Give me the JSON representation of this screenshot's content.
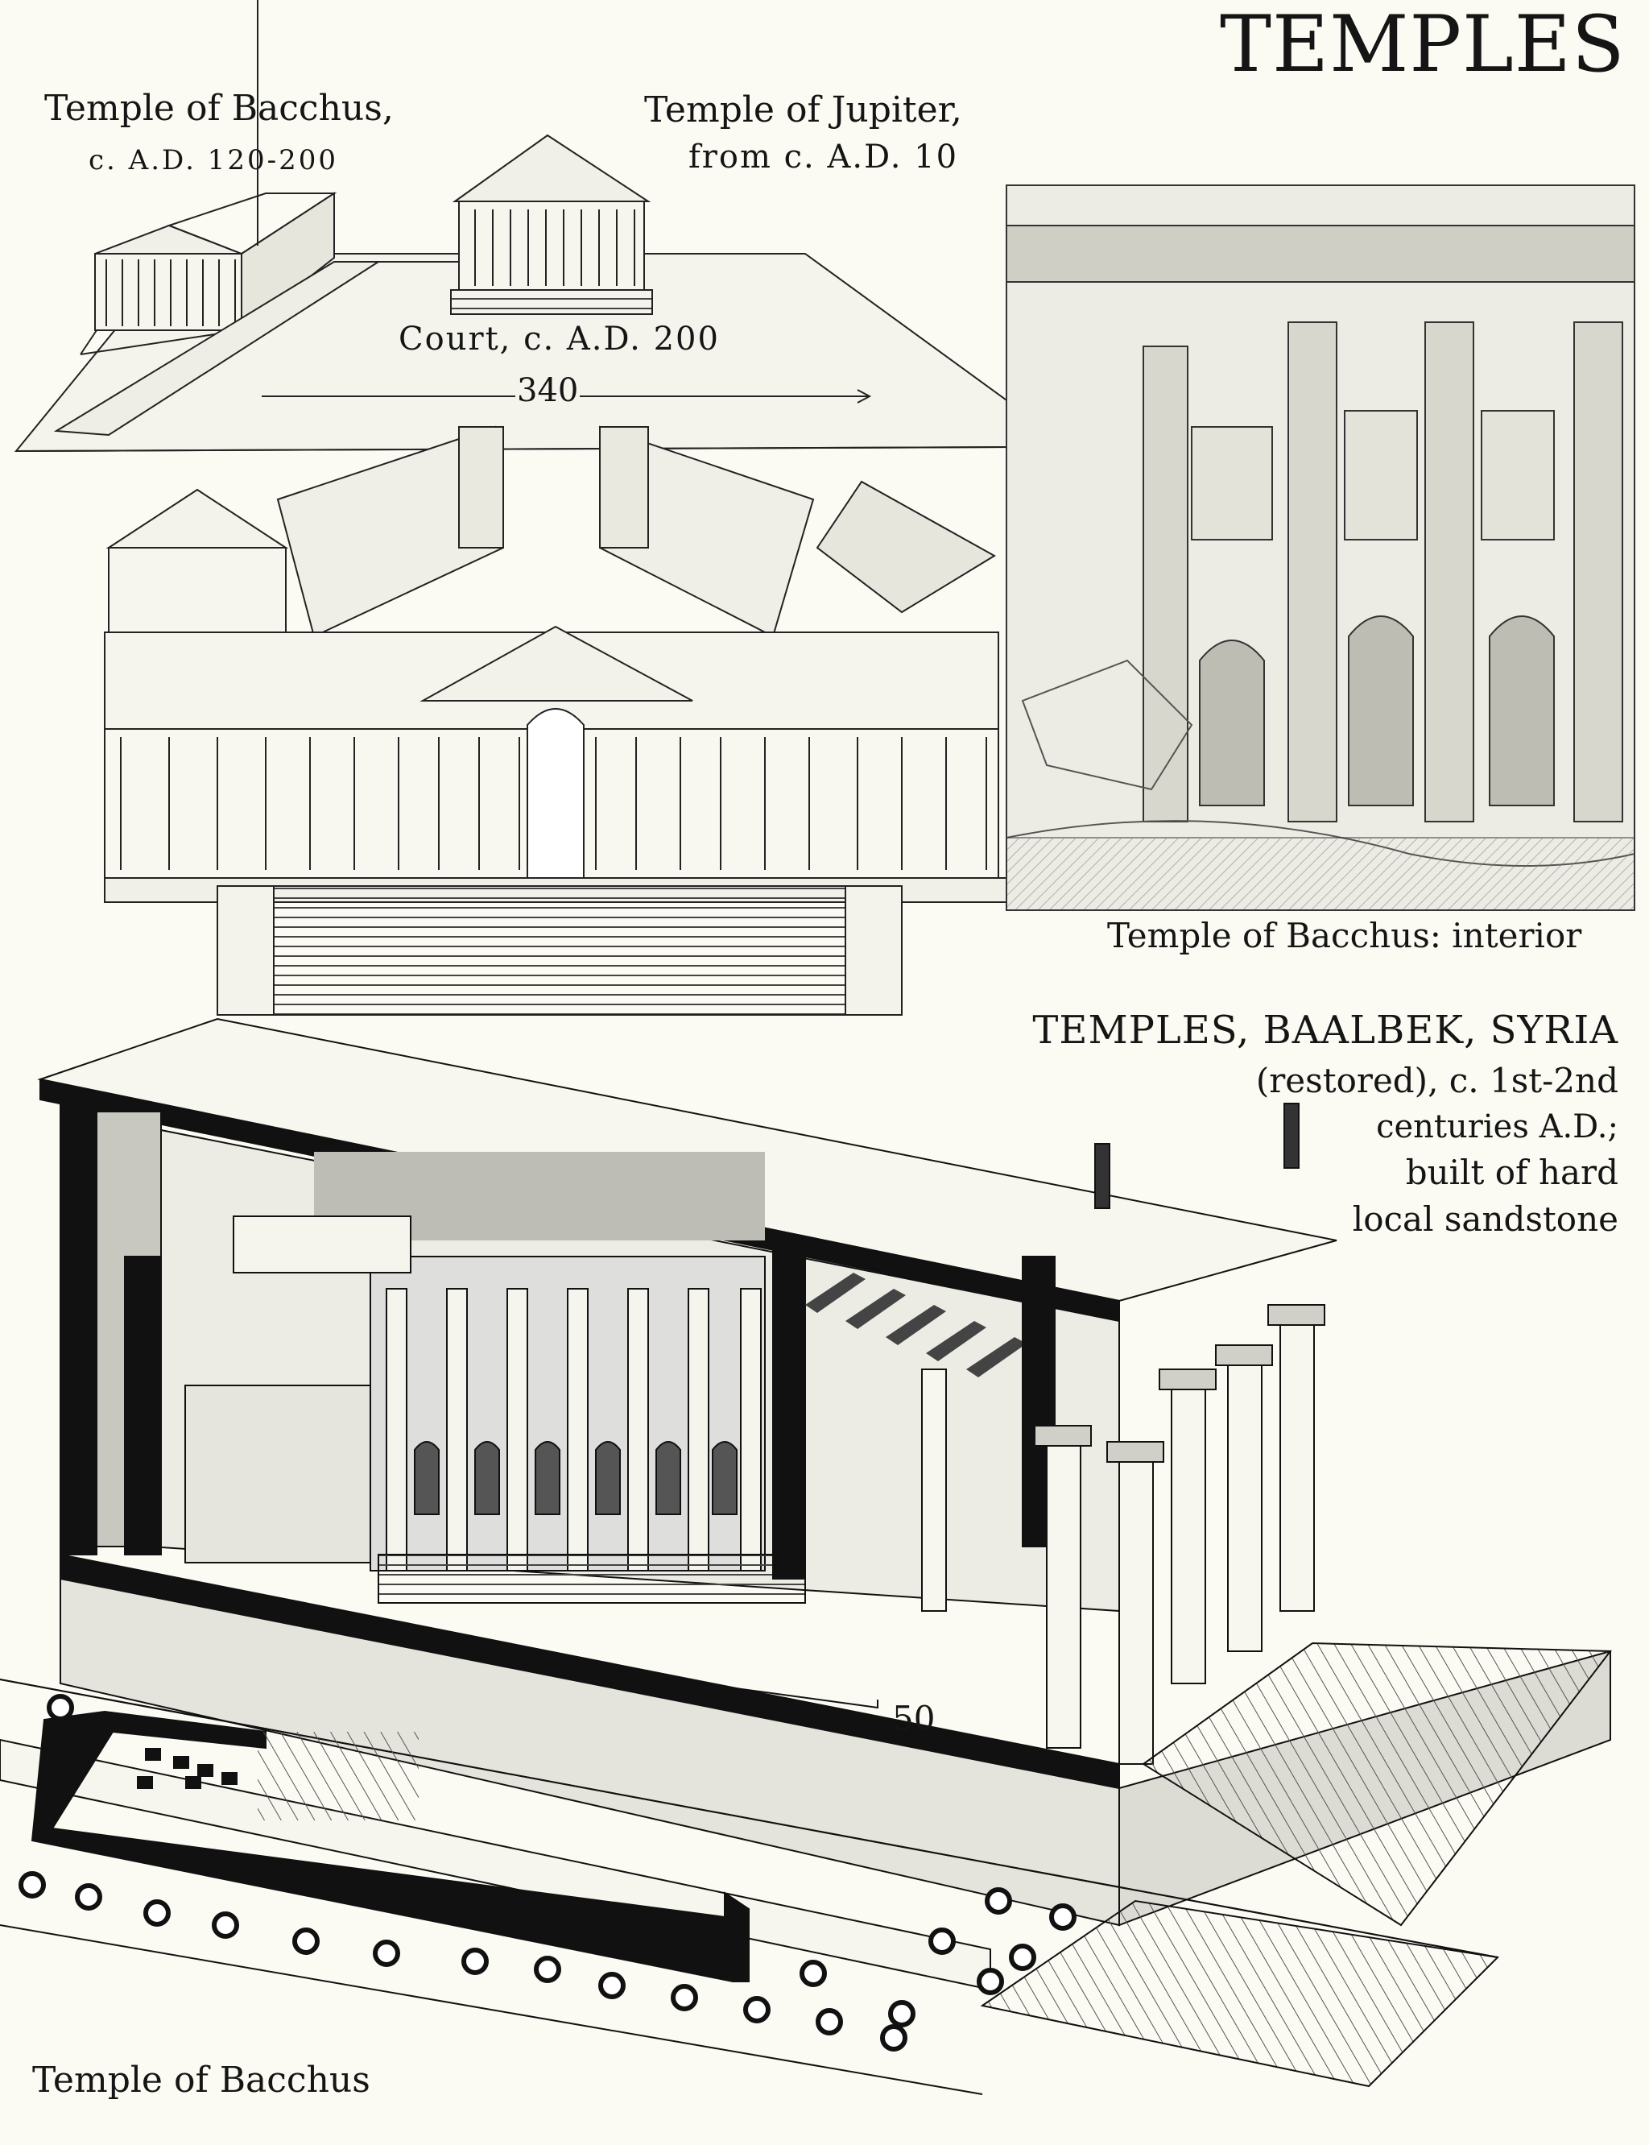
{
  "page": {
    "heading": "TEMPLES"
  },
  "labels": {
    "bacchus_temple": {
      "name": "Temple of Bacchus,",
      "date": "c. A.D. 120-200"
    },
    "jupiter_temple": {
      "name": "Temple of Jupiter,",
      "date": "from c. A.D. 10"
    },
    "court": "Court, c. A.D. 200",
    "court_scale": "340",
    "interior_caption": "Temple of Bacchus: interior",
    "section_scale": "50",
    "plan_caption": "Temple of Bacchus"
  },
  "caption_block": {
    "title": "TEMPLES, BAALBEK, SYRIA",
    "line1": "(restored), c. 1st-2nd",
    "line2": "centuries A.D.;",
    "line3": "built of hard",
    "line4": "local sandstone"
  },
  "colors": {
    "paper": "#fbfbf4",
    "ink": "#151515",
    "wash": "#8c8c86"
  }
}
